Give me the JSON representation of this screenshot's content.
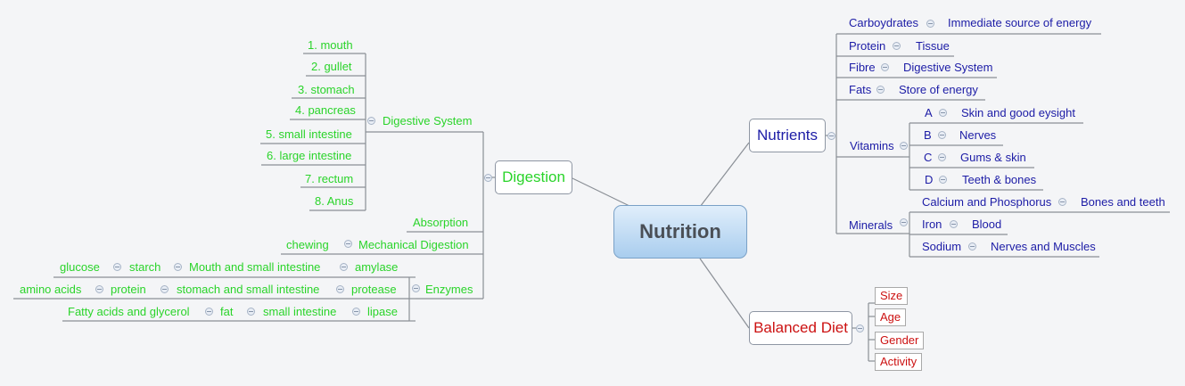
{
  "root": "Nutrition",
  "nutrients": {
    "label": "Nutrients",
    "carbohydrates": {
      "label": "Carboydrates",
      "note": "Immediate source of energy"
    },
    "protein": {
      "label": "Protein",
      "note": "Tissue"
    },
    "fibre": {
      "label": "Fibre",
      "note": "Digestive System"
    },
    "fats": {
      "label": "Fats",
      "note": "Store of energy"
    },
    "vitamins": {
      "label": "Vitamins",
      "items": [
        {
          "label": "A",
          "note": "Skin and good eysight"
        },
        {
          "label": "B",
          "note": "Nerves"
        },
        {
          "label": "C",
          "note": "Gums & skin"
        },
        {
          "label": "D",
          "note": "Teeth & bones"
        }
      ]
    },
    "minerals": {
      "label": "Minerals",
      "items": [
        {
          "label": "Calcium and Phosphorus",
          "note": "Bones and teeth"
        },
        {
          "label": "Iron",
          "note": "Blood"
        },
        {
          "label": "Sodium",
          "note": "Nerves and Muscles"
        }
      ]
    }
  },
  "balanced_diet": {
    "label": "Balanced Diet",
    "items": [
      "Size",
      "Age",
      "Gender",
      "Activity"
    ]
  },
  "digestion": {
    "label": "Digestion",
    "digestive_system": {
      "label": "Digestive System",
      "organs": [
        "1. mouth",
        "2. gullet",
        "3. stomach",
        "4. pancreas",
        "5. small intestine",
        "6. large intestine",
        "7. rectum",
        "8. Anus"
      ]
    },
    "absorption": "Absorption",
    "mechanical": {
      "label": "Mechanical Digestion",
      "child": "chewing"
    },
    "enzymes": {
      "label": "Enzymes",
      "items": [
        {
          "name": "amylase",
          "site": "Mouth and small intestine",
          "substrate": "starch",
          "product": "glucose"
        },
        {
          "name": "protease",
          "site": "stomach and small intestine",
          "substrate": "protein",
          "product": "amino acids"
        },
        {
          "name": "lipase",
          "site": "small intestine",
          "substrate": "fat",
          "product": "Fatty acids and glycerol"
        }
      ]
    }
  }
}
